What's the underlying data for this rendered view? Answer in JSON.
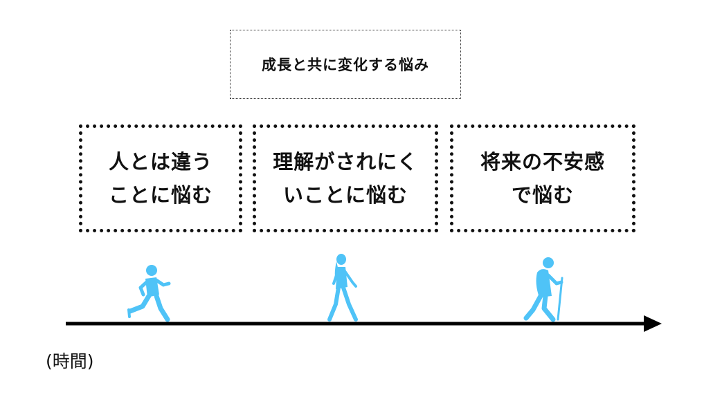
{
  "title": "成長と共に変化する悩み",
  "stages": [
    {
      "line1": "人とは違う",
      "line2": "ことに悩む",
      "figure": "running-child-icon"
    },
    {
      "line1": "理解がされにく",
      "line2": "いことに悩む",
      "figure": "walking-woman-icon"
    },
    {
      "line1": "将来の不安感",
      "line2": "で悩む",
      "figure": "elderly-with-cane-icon"
    }
  ],
  "axis": {
    "label": "(時間)"
  },
  "colors": {
    "figure": "#4fc3f7",
    "line": "#000000",
    "border": "#111111"
  }
}
